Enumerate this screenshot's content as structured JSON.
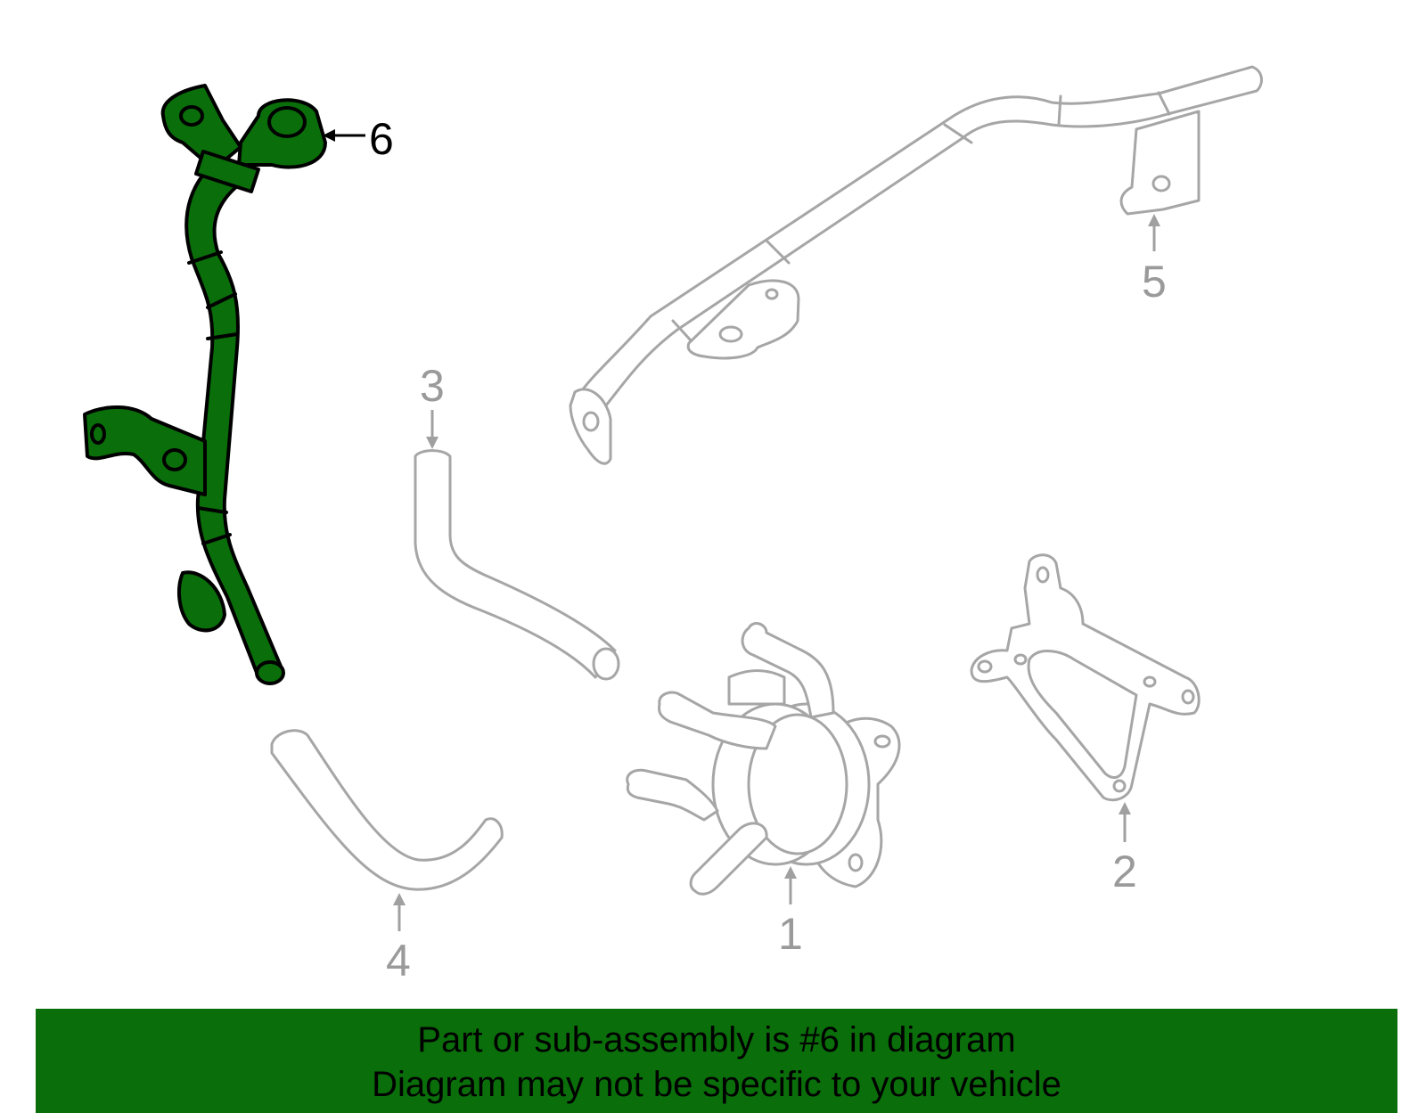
{
  "diagram": {
    "highlight_color": "#0a6e0a",
    "muted_color": "#a6a6a6",
    "callouts": {
      "c1": "1",
      "c2": "2",
      "c3": "3",
      "c4": "4",
      "c5": "5",
      "c6": "6"
    },
    "highlighted_part": "6"
  },
  "banner": {
    "line1": "Part or sub-assembly is #6 in diagram",
    "line2": "Diagram may not be specific to your vehicle",
    "background": "#0a6e0a"
  }
}
